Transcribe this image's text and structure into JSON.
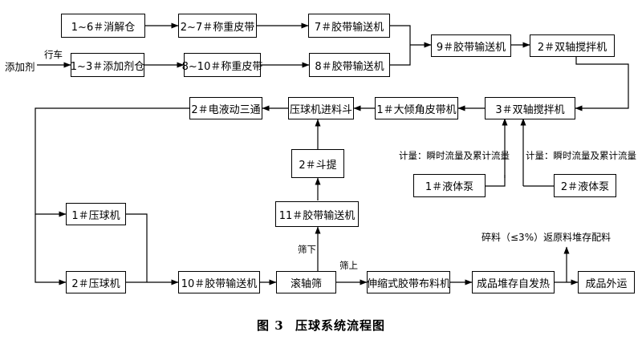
{
  "nodes": {
    "b1_6_silo": "1~6＃消解仓",
    "b2_7_belt": "2~7＃称重皮带",
    "b7_conv": "7＃胶带输送机",
    "b1_3_additive": "1~3＃添加剂仓",
    "b8_10_belt": "8~10＃称重皮带",
    "b8_conv": "8＃胶带输送机",
    "b9_conv": "9＃胶带输送机",
    "b2_mixer": "2＃双轴搅拌机",
    "b3_mixer": "3＃双轴搅拌机",
    "b1_incline": "1＃大倾角皮带机",
    "feed_hopper": "压球机进料斗",
    "b2_tee": "2＃电液动三通",
    "b2_elevator": "2＃斗提",
    "b11_conv": "11＃胶带输送机",
    "b1_pump": "1＃液体泵",
    "b2_pump": "2＃液体泵",
    "b1_press": "1＃压球机",
    "b2_press": "2＃压球机",
    "b10_conv": "10＃胶带输送机",
    "roller_screen": "滚轴筛",
    "telescopic_belt": "伸缩式胶带布料机",
    "stockpile": "成品堆存自发热",
    "shipping": "成品外运"
  },
  "labels": {
    "additive": "添加剂",
    "truck": "行车",
    "metering_left": "计量：瞬时流量及累计流量",
    "metering_right": "计量：瞬时流量及累计流量",
    "undersize": "筛下",
    "oversize": "筛上",
    "fines": "碎料（≤3%）返原料堆存配料"
  },
  "caption": {
    "number": "图 3",
    "title": "压球系统流程图"
  }
}
